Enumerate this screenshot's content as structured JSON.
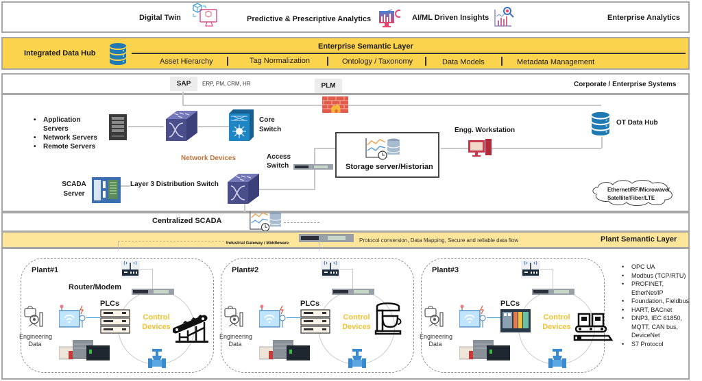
{
  "enterprise_analytics": {
    "title": "Enterprise Analytics",
    "items": [
      {
        "label": "Digital Twin",
        "icon": "digital-twin-icon"
      },
      {
        "label": "Predictive & Prescriptive Analytics",
        "icon": "analytics-dashboard-icon"
      },
      {
        "label": "AI/ML Driven Insights",
        "icon": "chart-magnifier-icon"
      }
    ]
  },
  "semantic_layer": {
    "hub_label": "Integrated Data Hub",
    "title": "Enterprise Semantic Layer",
    "items": [
      "Asset Hierarchy",
      "Tag Normalization",
      "Ontology / Taxonomy",
      "Data Models",
      "Metadata Management"
    ],
    "accent": "#fcd34d"
  },
  "corporate": {
    "title": "Corporate / Enterprise Systems",
    "sap": "SAP",
    "sap_detail": "ERP, PM, CRM, HR",
    "plm": "PLM"
  },
  "network": {
    "servers": [
      "Application Servers",
      "Network Servers",
      "Remote Servers"
    ],
    "core_switch": "Core Switch",
    "network_devices": "Network Devices",
    "access_switch": "Access Switch",
    "historian": "Storage server/Historian",
    "workstation": "Engg. Workstation",
    "ot_hub": "OT Data Hub",
    "scada_server": "SCADA Server",
    "l3_switch": "Layer 3 Distribution Switch",
    "transport": "Ethernet/RF/Microwave/ Satellite/Fiber/LTE",
    "network_devices_color": "#c0733a"
  },
  "centralized_scada": {
    "title": "Centralized SCADA"
  },
  "plant_layer": {
    "title": "Plant Semantic Layer",
    "gateway": "Industrial Gateway / Middleware",
    "gateway_note": "Protocol conversion, Data Mapping, Secure and reliable data flow"
  },
  "plants": [
    {
      "name": "Plant#1",
      "router": "Router/Modem",
      "plcs": "PLCs",
      "control": "Control Devices",
      "engineering": "Engineering Data",
      "device": "conveyor-icon"
    },
    {
      "name": "Plant#2",
      "plcs": "PLCs",
      "control": "Control Devices",
      "engineering": "Engineering Data",
      "device": "mixer-icon"
    },
    {
      "name": "Plant#3",
      "plcs": "PLCs",
      "control": "Control Devices",
      "engineering": "Engineering Data",
      "device": "packaging-conveyor-icon"
    }
  ],
  "protocols": [
    "OPC UA",
    "Modbus (TCP/RTU)",
    "PROFINET, EtherNet/IP",
    "Foundation, Fieldbus",
    "HART, BACnet",
    "DNP3, IEC 61850, MQTT, CAN bus, DeviceNet",
    "S7 Protocol"
  ],
  "colors": {
    "band_border": "#a6a6a6",
    "semantic_yellow": "#fcd34d",
    "plant_yellow": "#fde59a",
    "control_yellow": "#f2c233",
    "db_blue": "#1f7ab3",
    "switch_purple": "#4a4f8c"
  }
}
